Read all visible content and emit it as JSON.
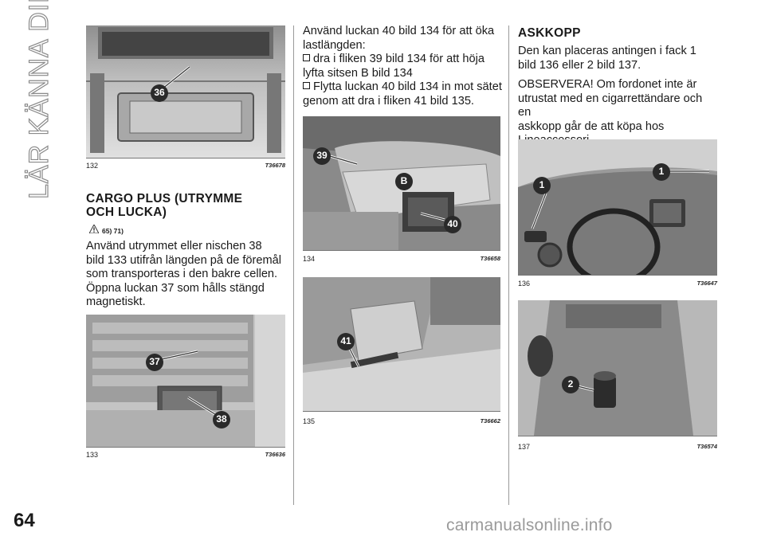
{
  "side_title": "LÄR KÄNNA DIN BIL",
  "page_number": "64",
  "watermark": "carmanualsonline.info",
  "figures": [
    {
      "number": "132",
      "code": "T36678",
      "callouts": [
        "36"
      ]
    },
    {
      "number": "133",
      "code": "T36636",
      "callouts": [
        "37",
        "38"
      ]
    },
    {
      "number": "134",
      "code": "T36658",
      "callouts": [
        "39",
        "B",
        "40"
      ]
    },
    {
      "number": "135",
      "code": "T36662",
      "callouts": [
        "41"
      ]
    },
    {
      "number": "136",
      "code": "T36647",
      "callouts": [
        "1",
        "1"
      ]
    },
    {
      "number": "137",
      "code": "T36574",
      "callouts": [
        "2"
      ]
    }
  ],
  "cargo": {
    "heading_line1": "CARGO PLUS (UTRYMME",
    "heading_line2": "OCH LUCKA)",
    "refs": "65) 71)",
    "lines": [
      "Använd utrymmet eller nischen 38",
      "bild 133 utifrån längden på de föremål",
      "som transporteras i den bakre cellen.",
      "Öppna luckan 37 som hålls stängd",
      "magnetiskt."
    ]
  },
  "column2": {
    "line1": "Använd luckan 40 bild 134 för att öka",
    "line2": "lastlängden:",
    "bullet1_line1": "dra i fliken 39 bild 134 för att höja",
    "bullet1_line2": "lyfta sitsen B bild 134",
    "bullet2_line1": "Flytta luckan 40 bild 134 in mot sätet",
    "bullet2_line2": "genom att dra i fliken 41 bild 135."
  },
  "askkopp": {
    "heading": "ASKKOPP",
    "para1_line1": "Den kan placeras antingen i fack 1",
    "para1_line2": "bild 136 eller 2 bild 137.",
    "para2_lines": [
      "OBSERVERA! Om fordonet inte är",
      "utrustat med en cigarrettändare och en",
      "askkopp går de att köpa hos",
      "Lineaccessori."
    ]
  }
}
